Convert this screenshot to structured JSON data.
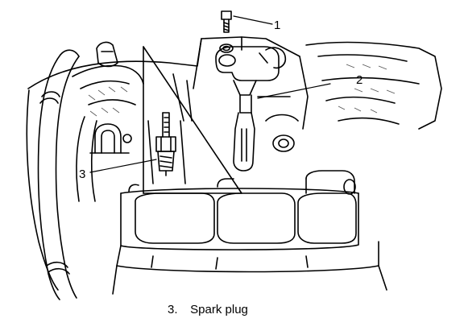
{
  "callouts": {
    "c1": "1",
    "c2": "2",
    "c3": "3"
  },
  "caption": {
    "number": "3.",
    "text": "Spark plug"
  },
  "colors": {
    "ink": "#000000",
    "paper": "#ffffff",
    "hatch": "#555555"
  }
}
